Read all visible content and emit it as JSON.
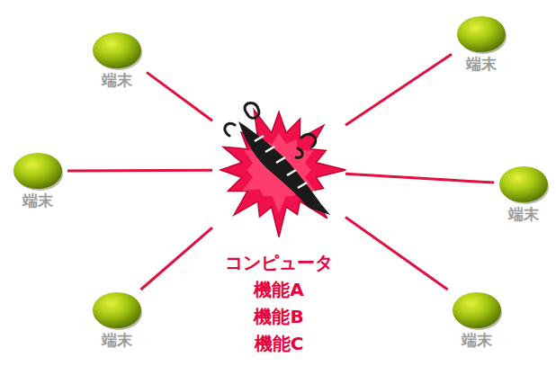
{
  "diagram": {
    "nodes": [
      {
        "text": [
          "端末"
        ]
      },
      {
        "text": [
          "端末"
        ]
      },
      {
        "text": [
          "端末"
        ]
      },
      {
        "text": [
          "コンピュータ",
          "機能A",
          "機能B",
          "機能C"
        ]
      },
      {
        "text": [
          "端末"
        ]
      },
      {
        "text": [
          "端末"
        ]
      },
      {
        "text": [
          "端末"
        ]
      }
    ],
    "edges": [
      {
        "from": 3,
        "to": 0,
        "arrow": "none"
      },
      {
        "from": 3,
        "to": 1,
        "arrow": "none"
      },
      {
        "from": 3,
        "to": 2,
        "arrow": "none"
      },
      {
        "from": 3,
        "to": 4,
        "arrow": "none"
      },
      {
        "from": 3,
        "to": 5,
        "arrow": "none"
      },
      {
        "from": 3,
        "to": 6,
        "arrow": "none"
      }
    ]
  }
}
